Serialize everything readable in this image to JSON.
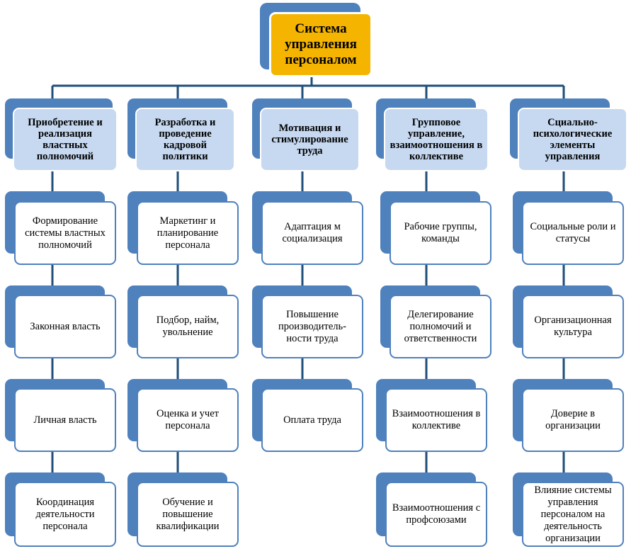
{
  "root": {
    "label": "Система управления персоналом"
  },
  "columns": [
    {
      "title": "Приобретение и реализация властных полномочий",
      "items": [
        "Формирование системы властных полномочий",
        "Законная власть",
        "Личная власть",
        "Координация деятельности персонала"
      ]
    },
    {
      "title": "Разработка и проведение кадровой политики",
      "items": [
        "Маркетинг и планирование персонала",
        "Подбор, найм, увольнение",
        "Оценка и учет персонала",
        "Обучение и повышение квалификации"
      ]
    },
    {
      "title": "Мотивация и стимулирование труда",
      "items": [
        "Адаптация м социализация",
        "Повышение производитель-ности труда",
        "Оплата труда"
      ]
    },
    {
      "title": "Групповое управление, взаимоотношения в коллективе",
      "items": [
        "Рабочие группы, команды",
        "Делегирование полномочий и ответственности",
        "Взаимоотношения в коллективе",
        "Взаимоотношения с профсоюзами"
      ]
    },
    {
      "title": "Сциально-психологические элементы управления",
      "items": [
        "Социальные роли и статусы",
        "Организационная культура",
        "Доверие в организации",
        "Влияние системы управления персоналом на деятельность организации"
      ]
    }
  ]
}
